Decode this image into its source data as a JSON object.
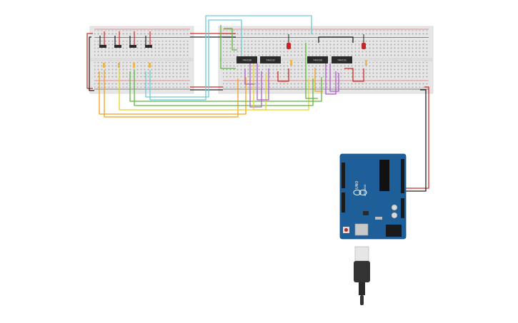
{
  "app": {
    "canvas_name": "circuit-canvas"
  },
  "colors": {
    "background": "#ffffff",
    "breadboard": "#e8e8e8",
    "hole": "#9e9e9e",
    "rail_red": "#d9343a",
    "rail_black": "#222222",
    "chip": "#2b2b2b",
    "arduino_blue": "#1f5f99",
    "wire_red": "#d62b2b",
    "wire_black": "#222222",
    "wire_orange": "#f0a020",
    "wire_yellow": "#e6d22a",
    "wire_green": "#5cb83c",
    "wire_cyan": "#6ecad6",
    "wire_purple": "#b05fc8",
    "led_red": "#c0262b"
  },
  "chips": [
    {
      "label": "74HC08"
    },
    {
      "label": "74HC32"
    },
    {
      "label": "74HC08"
    },
    {
      "label": "74HC32"
    }
  ],
  "arduino": {
    "model_text": "UNO",
    "brand_text": "ARDUINO"
  },
  "switches": [
    {
      "name": "switch-1"
    },
    {
      "name": "switch-2"
    },
    {
      "name": "switch-3"
    },
    {
      "name": "switch-4"
    }
  ],
  "leds": [
    {
      "name": "led-1",
      "color": "red"
    },
    {
      "name": "led-2",
      "color": "red"
    }
  ]
}
